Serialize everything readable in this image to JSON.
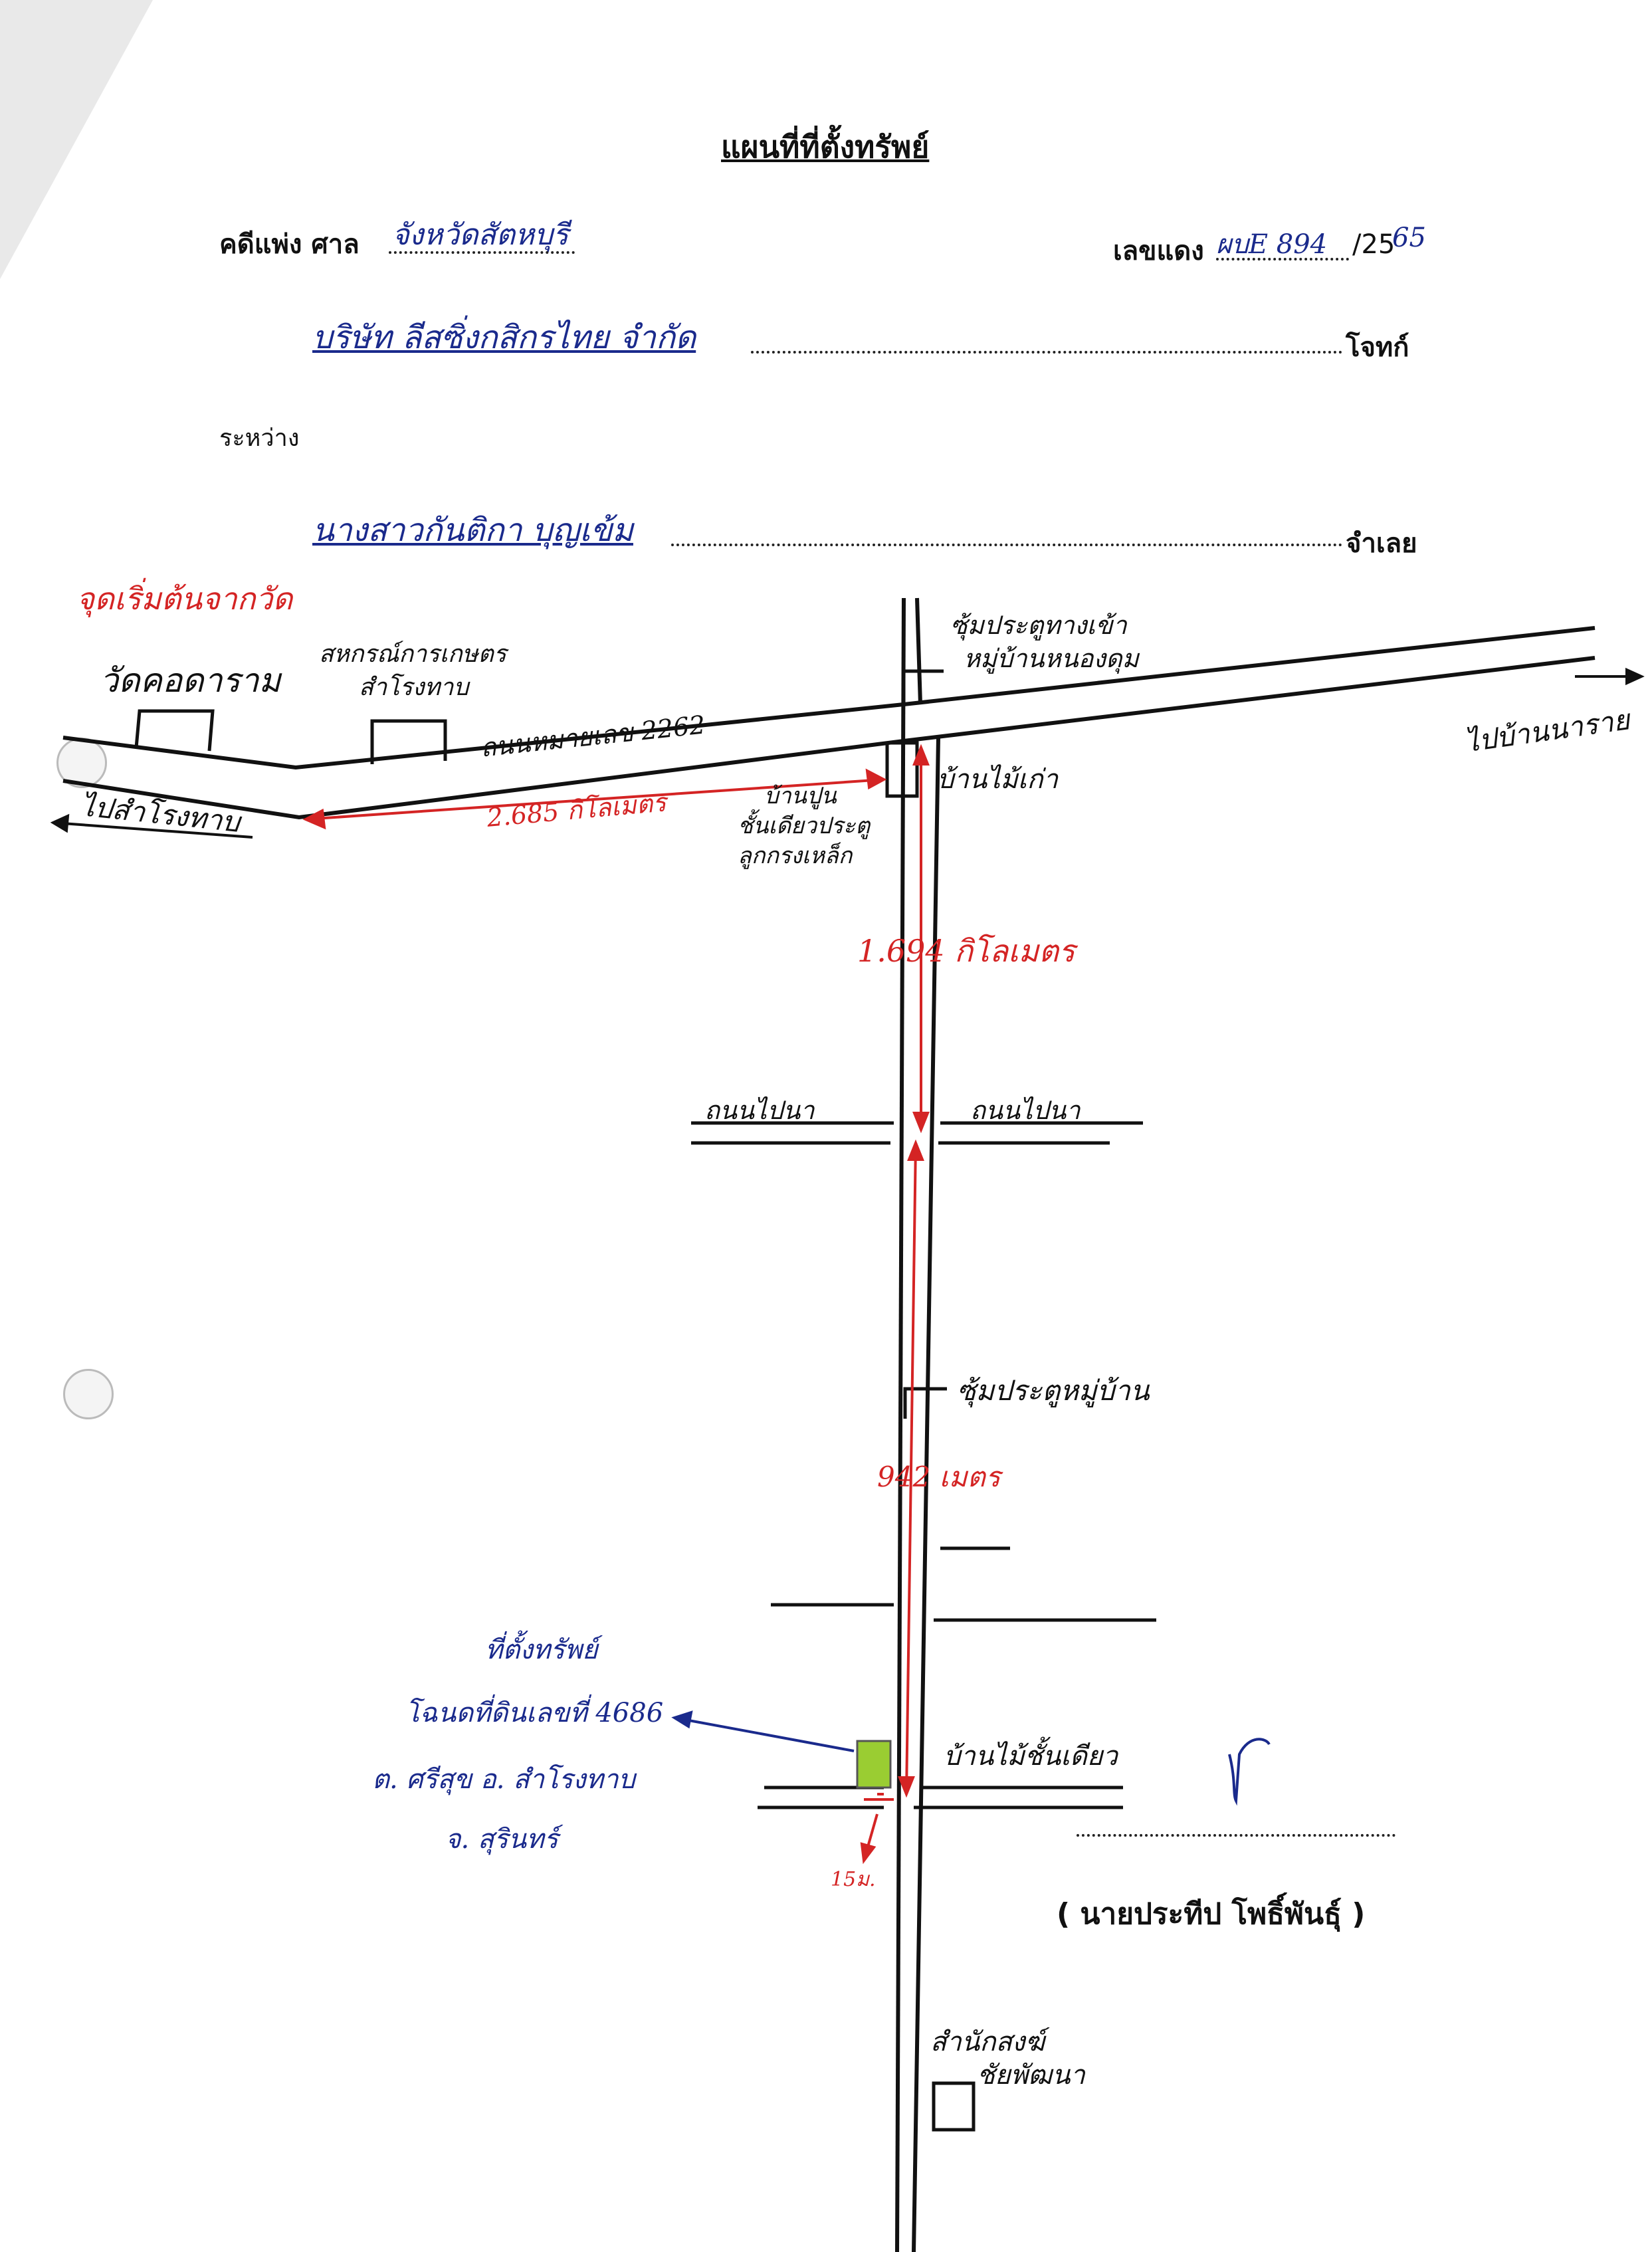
{
  "header": {
    "title": "แผนที่ที่ตั้งทรัพย์",
    "case_label": "คดีแพ่ง  ศาล",
    "court_name": "จังหวัดสัตหบุรี",
    "red_number_label": "เลขแดง",
    "red_number_value": "ผบE 894",
    "year_prefix": "/25",
    "year_suffix": "65"
  },
  "parties": {
    "plaintiff_name": "บริษัท ลีสซิ่งกสิกรไทย จำกัด",
    "plaintiff_label": "โจทก์",
    "between_label": "ระหว่าง",
    "defendant_name": "นางสาวกันติกา บุญเข้ม",
    "defendant_label": "จำเลย"
  },
  "map": {
    "start_point": "จุดเริ่มต้นจากวัด",
    "temple": "วัดคอดาราม",
    "coop_line1": "สหกรณ์การเกษตร",
    "coop_line2": "สำโรงทาบ",
    "highway": "ถนนหมายเลข 2262",
    "to_district": "ไปสำโรงทาบ",
    "dist_highway": "2.685 กิโลเมตร",
    "village_gate_line1": "ซุ้มประตูทางเข้า",
    "village_gate_line2": "หมู่บ้านหนองดุม",
    "to_other": "ไปบ้านนาราย",
    "old_house": "บ้านไม้เก่า",
    "concrete_house_line1": "บ้านปูน",
    "concrete_house_line2": "ชั้นเดียวประตู",
    "concrete_house_line3": "ลูกกรงเหล็ก",
    "dist_side_road": "1.694 กิโลเมตร",
    "dirt_road_left": "ถนนไปนา",
    "dirt_road_right": "ถนนไปนา",
    "village_gate_2": "ซุ้มประตูหมู่บ้าน",
    "dist_to_property": "942 เมตร",
    "property_title": "ที่ตั้งทรัพย์",
    "property_deed": "โฉนดที่ดินเลขที่ 4686",
    "property_location": "ต. ศรีสุข อ. สำโรงทาบ",
    "property_province": "จ. สุรินทร์",
    "wooden_house": "บ้านไม้ชั้นเดียว",
    "dist_15m": "15ม.",
    "monastery_line1": "สำนักสงฆ์",
    "monastery_line2": "ชัยพัฒนา"
  },
  "signature": {
    "name": "( นายประทีป   โพธิ์พันธุ์ )"
  },
  "colors": {
    "ink_blue": "#1a2a8c",
    "ink_red": "#d42424",
    "parcel_green": "#9acd32"
  }
}
